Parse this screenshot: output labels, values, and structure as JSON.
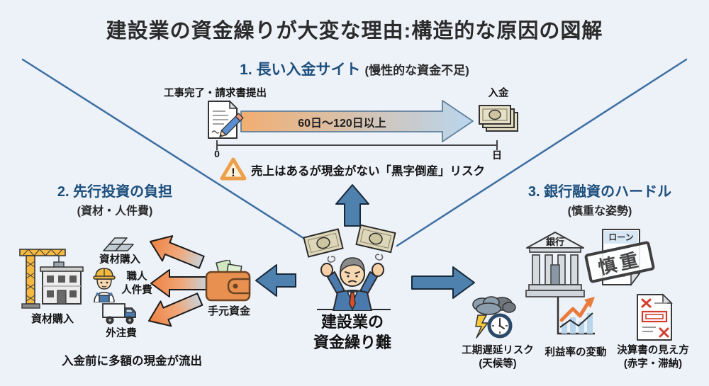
{
  "title": "建設業の資金繰りが大変な理由:構造的な原因の図解",
  "center": {
    "label_line1": "建設業の",
    "label_line2": "資金繰り難"
  },
  "section1": {
    "heading": "1. 長い入金サイト",
    "subheading": "(慢性的な資金不足)",
    "start_label": "工事完了・請求書提出",
    "end_label": "入金",
    "duration_label": "60日〜120日以上",
    "timeline_start": "0",
    "timeline_end": "日",
    "warning_text": "売上はあるが現金がない「黒字倒産」リスク"
  },
  "section2": {
    "heading": "2. 先行投資の負担",
    "subheading": "(資材・人件費)",
    "crane_label": "資材購入",
    "materials_label": "資材購入",
    "worker_line1": "職人",
    "worker_line2": "人件費",
    "truck_label": "外注費",
    "wallet_label": "手元資金",
    "note": "入金前に多額の現金が流出"
  },
  "section3": {
    "heading": "3. 銀行融資のハードル",
    "subheading": "(慎重な姿勢)",
    "bank_label": "銀行",
    "loan_label": "ローン",
    "stamp_label": "慎重",
    "delay_line1": "工期遅延リスク",
    "delay_line2": "(天候等)",
    "profit_label": "利益率の変動",
    "statement_line1": "決算書の見え方",
    "statement_line2": "(赤字・滞納)"
  },
  "colors": {
    "background": "#edf1f8",
    "heading_blue": "#1d4f7d",
    "arrow_blue": "#4e81ad",
    "arrow_orange_head": "#ee8140",
    "arrow_orange_tail": "#c9d2d8",
    "gradient_arrow_start": "#f2ae72",
    "gradient_arrow_end": "#b9d6ee",
    "warning_orange": "#eda04b",
    "diagonal_line": "#3d6fa3"
  },
  "icons": [
    "invoice-pencil-icon",
    "money-bills-icon",
    "warning-icon",
    "crane-building-icon",
    "steel-bars-icon",
    "worker-icon",
    "truck-icon",
    "wallet-icon",
    "worried-businessman-icon",
    "flying-money-icon",
    "bank-icon",
    "loan-document-icon",
    "caution-stamp",
    "storm-clock-icon",
    "profit-chart-icon",
    "financial-statement-icon"
  ]
}
